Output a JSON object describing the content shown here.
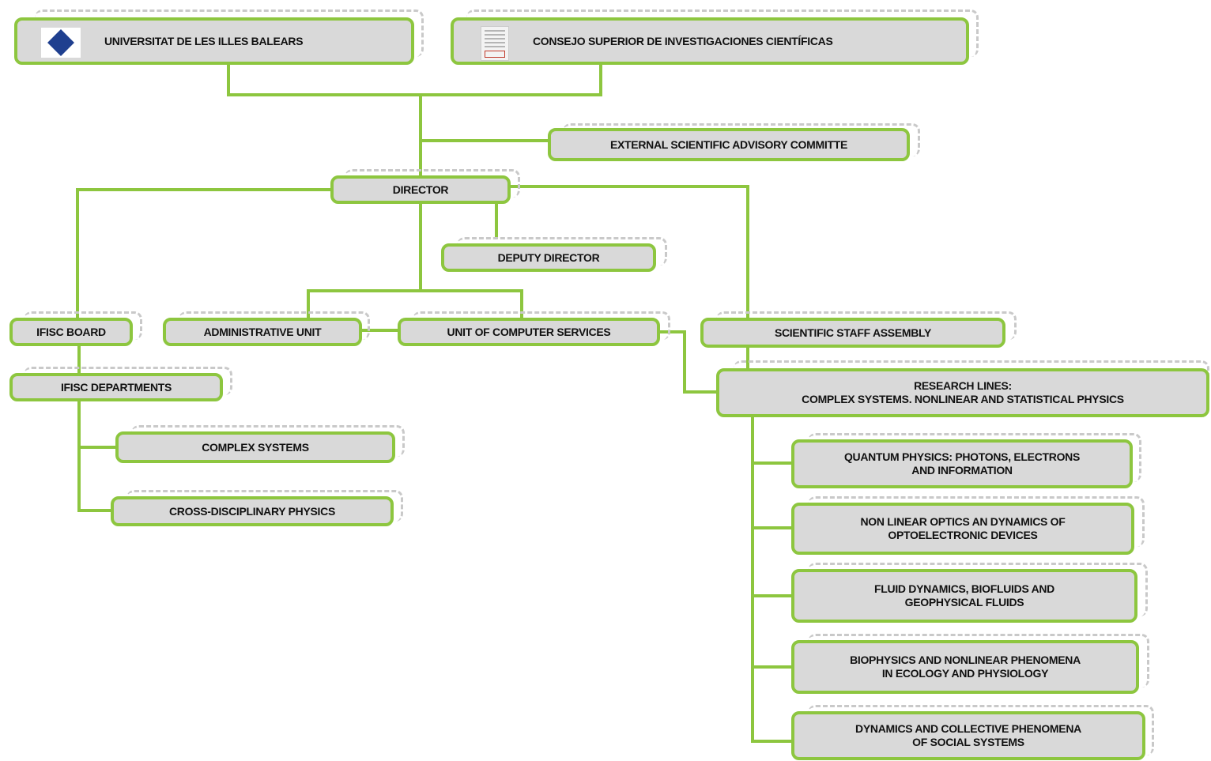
{
  "colors": {
    "connector": "#8dc63f",
    "box_fill": "#d9d9d9",
    "box_border": "#8dc63f",
    "text": "#111111"
  },
  "icons": {
    "uib_logo": "uib-logo-icon",
    "csic_logo": "csic-logo-icon"
  },
  "nodes": {
    "uib": "UNIVERSITAT DE LES ILLES BALEARS",
    "csic": "CONSEJO SUPERIOR DE INVESTIGACIONES CIENTÍFICAS",
    "advisory": "EXTERNAL SCIENTIFIC ADVISORY COMMITTE",
    "director": "DIRECTOR",
    "deputy": "DEPUTY DIRECTOR",
    "board": "IFISC BOARD",
    "admin": "ADMINISTRATIVE UNIT",
    "computer": "UNIT OF COMPUTER SERVICES",
    "assembly": "SCIENTIFIC STAFF ASSEMBLY",
    "departments": "IFISC DEPARTMENTS",
    "complex": "COMPLEX SYSTEMS",
    "crossdisc": "CROSS-DISCIPLINARY PHYSICS",
    "research_line1": "RESEARCH LINES:",
    "research_line2": "COMPLEX SYSTEMS. NONLINEAR AND STATISTICAL PHYSICS",
    "quantum_line1": "QUANTUM PHYSICS: PHOTONS, ELECTRONS",
    "quantum_line2": "AND INFORMATION",
    "optics_line1": "NON LINEAR OPTICS AN DYNAMICS OF",
    "optics_line2": "OPTOELECTRONIC DEVICES",
    "fluid_line1": "FLUID DYNAMICS, BIOFLUIDS AND",
    "fluid_line2": "GEOPHYSICAL FLUIDS",
    "biophysics_line1": "BIOPHYSICS AND NONLINEAR PHENOMENA",
    "biophysics_line2": "IN ECOLOGY AND PHYSIOLOGY",
    "social_line1": "DYNAMICS AND COLLECTIVE PHENOMENA",
    "social_line2": "OF SOCIAL SYSTEMS"
  }
}
